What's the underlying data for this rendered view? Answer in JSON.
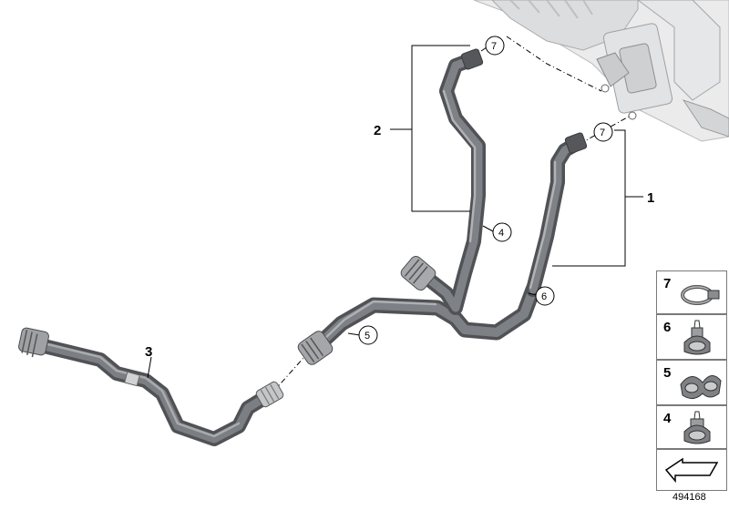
{
  "callouts": {
    "part_1": "1",
    "part_2": "2",
    "part_3": "3",
    "part_4": "4",
    "part_5": "5",
    "part_6": "6",
    "part_7_top": "7",
    "part_7_mid": "7"
  },
  "legend": {
    "items": [
      {
        "label": "7",
        "icon": "hose-clamp-icon"
      },
      {
        "label": "6",
        "icon": "pipe-holder-clip-icon"
      },
      {
        "label": "5",
        "icon": "double-pipe-clip-icon"
      },
      {
        "label": "4",
        "icon": "pipe-holder-clip-icon"
      }
    ],
    "nav_icon": "arrow-icon"
  },
  "diagram_id": "494168",
  "colors": {
    "hose_dark": "#5e6064",
    "hose_mid": "#878a8e",
    "hose_light": "#b7b9bc",
    "engine_grey": "#d9dadb"
  }
}
